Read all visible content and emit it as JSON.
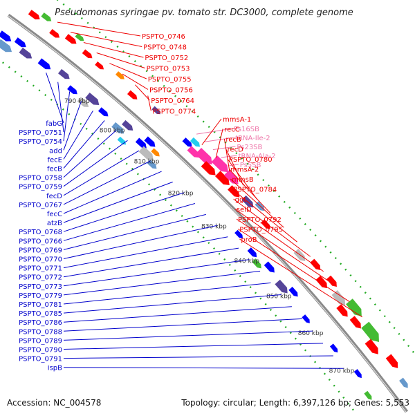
{
  "title": "Pseudomonas syringae pv. tomato str. DC3000, complete genome",
  "footer": {
    "accession": "Accession: NC_004578",
    "summary": "Topology: circular; Length: 6,397,126 bp; Genes: 5,553"
  },
  "colors": {
    "backbone": "#8a8a8a",
    "tick": "#22aa22",
    "label_red": "#ee0000",
    "label_blue": "#0000cc",
    "label_pink": "#ee77aa",
    "gene_red": "#ff0000",
    "gene_blue": "#0000ff",
    "gene_purple": "#554499",
    "gene_lightblue": "#6699cc",
    "gene_grey": "#bbbbbb",
    "gene_green": "#44bb33",
    "gene_orange": "#ff8800",
    "gene_cyan": "#22ccee",
    "gene_pink": "#ff33aa"
  },
  "kbp_marks": [
    "790 kbp",
    "800 kbp",
    "810 kbp",
    "820 kbp",
    "830 kbp",
    "840 kbp",
    "850 kbp",
    "860 kbp",
    "870 kbp"
  ],
  "labels_red": [
    "PSPTO_0746",
    "PSPTO_0748",
    "PSPTO_0752",
    "PSPTO_0753",
    "PSPTO_0755",
    "PSPTO_0756",
    "PSPTO_0764",
    "PSPTO_0774",
    "mmsA-1",
    "recC",
    "recB",
    "recD",
    "PSPTO_0780",
    "mmsA-2",
    "mmsB",
    "PSPTO_0784",
    "ggt",
    "selD",
    "PSPTO_0792",
    "PSPTO_0795",
    "proB"
  ],
  "labels_pink": [
    "Ps16SB",
    "tRNA-Ile-2",
    "Ps23SB",
    "tRNA-Ala-2",
    "Ps5SB"
  ],
  "labels_blue": [
    "fabG",
    "PSPTO_0751",
    "PSPTO_0754",
    "add",
    "fecE",
    "fecB",
    "PSPTO_0758",
    "PSPTO_0759",
    "fecD",
    "PSPTO_0767",
    "fecC",
    "atzB",
    "PSPTO_0768",
    "PSPTO_0766",
    "PSPTO_0769",
    "PSPTO_0770",
    "PSPTO_0771",
    "PSPTO_0772",
    "PSPTO_0773",
    "PSPTO_0779",
    "PSPTO_0781",
    "PSPTO_0785",
    "PSPTO_0786",
    "PSPTO_0788",
    "PSPTO_0789",
    "PSPTO_0790",
    "PSPTO_0791",
    "ispB"
  ]
}
